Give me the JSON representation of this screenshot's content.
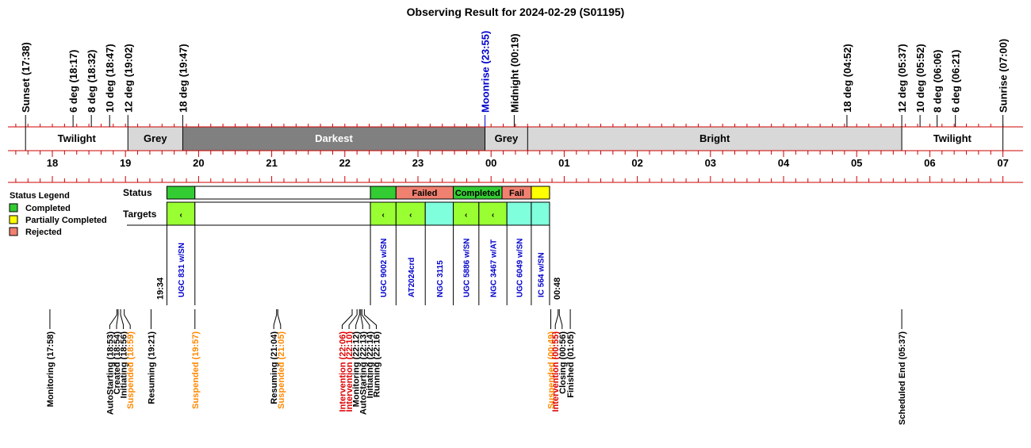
{
  "title": "Observing Result for 2024-02-29 (S01195)",
  "colors": {
    "axis_red": "#cc0000",
    "moon_blue": "#0000cc",
    "completed": "#33cc33",
    "partial": "#ffff00",
    "rejected": "#f08070",
    "target_green": "#99ff33",
    "target_cyan": "#80ffdd",
    "twilight": "#ffffff",
    "grey": "#d8d8d8",
    "darkest": "#808080",
    "bright": "#d8d8d8",
    "suspended": "#ff8800",
    "intervention": "#dd0000",
    "target_text": "#0000cc"
  },
  "chart_data": {
    "type": "timeline",
    "title": "Observing Result for 2024-02-29 (S01195)",
    "time_range": [
      "17:25",
      "07:05"
    ],
    "events_top": [
      {
        "label": "Sunset (17:38)",
        "time": "17:38"
      },
      {
        "label": "6 deg (18:17)",
        "time": "18:17"
      },
      {
        "label": "8 deg (18:32)",
        "time": "18:32"
      },
      {
        "label": "10 deg (18:47)",
        "time": "18:47"
      },
      {
        "label": "12 deg (19:02)",
        "time": "19:02"
      },
      {
        "label": "18 deg (19:47)",
        "time": "19:47"
      },
      {
        "label": "Moonrise (23:55)",
        "time": "23:55",
        "color": "moon_blue"
      },
      {
        "label": "Midnight (00:19)",
        "time": "00:19"
      },
      {
        "label": "18 deg (04:52)",
        "time": "04:52"
      },
      {
        "label": "12 deg (05:37)",
        "time": "05:37"
      },
      {
        "label": "10 deg (05:52)",
        "time": "05:52"
      },
      {
        "label": "8 deg (06:06)",
        "time": "06:06"
      },
      {
        "label": "6 deg (06:21)",
        "time": "06:21"
      },
      {
        "label": "Sunrise (07:00)",
        "time": "07:00"
      }
    ],
    "sky_bands": [
      {
        "label": "Twilight",
        "start": "17:38",
        "end": "19:02",
        "color": "twilight",
        "text_color": "#000000"
      },
      {
        "label": "Grey",
        "start": "19:02",
        "end": "19:47",
        "color": "grey",
        "text_color": "#000000"
      },
      {
        "label": "Darkest",
        "start": "19:47",
        "end": "23:55",
        "color": "darkest",
        "text_color": "#ffffff"
      },
      {
        "label": "Grey",
        "start": "23:55",
        "end": "00:30",
        "color": "grey",
        "text_color": "#000000"
      },
      {
        "label": "Bright",
        "start": "00:30",
        "end": "05:37",
        "color": "bright",
        "text_color": "#000000"
      },
      {
        "label": "Twilight",
        "start": "05:37",
        "end": "07:00",
        "color": "twilight",
        "text_color": "#000000"
      }
    ],
    "hour_ticks": [
      "18",
      "19",
      "20",
      "21",
      "22",
      "23",
      "00",
      "01",
      "02",
      "03",
      "04",
      "05",
      "06",
      "07"
    ],
    "status_row_label": "Status",
    "targets_row_label": "Targets",
    "status_segments": [
      {
        "start": "19:34",
        "end": "19:57",
        "status": "completed",
        "label": ""
      },
      {
        "start": "19:57",
        "end": "22:21",
        "status": "none",
        "label": ""
      },
      {
        "start": "22:21",
        "end": "22:42",
        "status": "completed",
        "label": ""
      },
      {
        "start": "22:42",
        "end": "23:29",
        "status": "rejected",
        "label": "Failed"
      },
      {
        "start": "23:29",
        "end": "00:09",
        "status": "completed",
        "label": "Completed"
      },
      {
        "start": "00:09",
        "end": "00:33",
        "status": "rejected",
        "label": "Fail"
      },
      {
        "start": "00:33",
        "end": "00:48",
        "status": "partial",
        "label": ""
      }
    ],
    "targets": [
      {
        "name": "UGC 831 w/SN",
        "start": "19:34",
        "end": "19:57",
        "color": "target_green"
      },
      {
        "name": "",
        "start": "19:57",
        "end": "22:21",
        "color": "none"
      },
      {
        "name": "UGC 9002 w/SN",
        "start": "22:21",
        "end": "22:42",
        "color": "target_green"
      },
      {
        "name": "AT2024crd",
        "start": "22:42",
        "end": "23:06",
        "color": "target_green"
      },
      {
        "name": "NGC 3115",
        "start": "23:06",
        "end": "23:29",
        "color": "target_cyan"
      },
      {
        "name": "UGC 5886 w/SN",
        "start": "23:29",
        "end": "23:50",
        "color": "target_green"
      },
      {
        "name": "NGC 3467 w/AT",
        "start": "23:50",
        "end": "00:13",
        "color": "target_green"
      },
      {
        "name": "UGC 6049 w/SN",
        "start": "00:13",
        "end": "00:33",
        "color": "target_cyan"
      },
      {
        "name": "IC 564 w/SN",
        "start": "00:33",
        "end": "00:48",
        "color": "target_cyan"
      }
    ],
    "block_start_label": "19:34",
    "block_end_label": "00:48",
    "legend": {
      "title": "Status Legend",
      "items": [
        {
          "label": "Completed",
          "color": "completed"
        },
        {
          "label": "Partially Completed",
          "color": "partial"
        },
        {
          "label": "Rejected",
          "color": "rejected"
        }
      ]
    },
    "events_bottom": [
      {
        "label": "Monitoring (17:58)",
        "time": "17:58",
        "type": "normal"
      },
      {
        "label": "AutoStarting (18:53)",
        "time": "18:53",
        "type": "normal"
      },
      {
        "label": "Created (18:54)",
        "time": "18:54",
        "type": "normal"
      },
      {
        "label": "Initiating (18:56)",
        "time": "18:56",
        "type": "normal"
      },
      {
        "label": "Suspended (18:59)",
        "time": "18:59",
        "type": "suspended"
      },
      {
        "label": "Resuming (19:21)",
        "time": "19:21",
        "type": "normal"
      },
      {
        "label": "Suspended (19:57)",
        "time": "19:57",
        "type": "suspended"
      },
      {
        "label": "Resuming (21:04)",
        "time": "21:04",
        "type": "normal"
      },
      {
        "label": "Suspended (21:05)",
        "time": "21:05",
        "type": "suspended"
      },
      {
        "label": "Intervention (22:06)",
        "time": "22:06",
        "type": "intervention"
      },
      {
        "label": "Intervention (22:10)",
        "time": "22:10",
        "type": "intervention"
      },
      {
        "label": "Monitoring (22:12)",
        "time": "22:12",
        "type": "normal"
      },
      {
        "label": "AutoStarting (22:13)",
        "time": "22:13",
        "type": "normal"
      },
      {
        "label": "Initiating (22:14)",
        "time": "22:14",
        "type": "normal"
      },
      {
        "label": "Running (22:16)",
        "time": "22:16",
        "type": "normal"
      },
      {
        "label": "Suspended (00:49)",
        "time": "00:49",
        "type": "suspended"
      },
      {
        "label": "Intervention (00:55)",
        "time": "00:55",
        "type": "intervention"
      },
      {
        "label": "Closing (00:56)",
        "time": "00:56",
        "type": "normal"
      },
      {
        "label": "Finished (01:05)",
        "time": "01:05",
        "type": "normal"
      },
      {
        "label": "Scheduled End (05:37)",
        "time": "05:37",
        "type": "normal"
      }
    ]
  }
}
